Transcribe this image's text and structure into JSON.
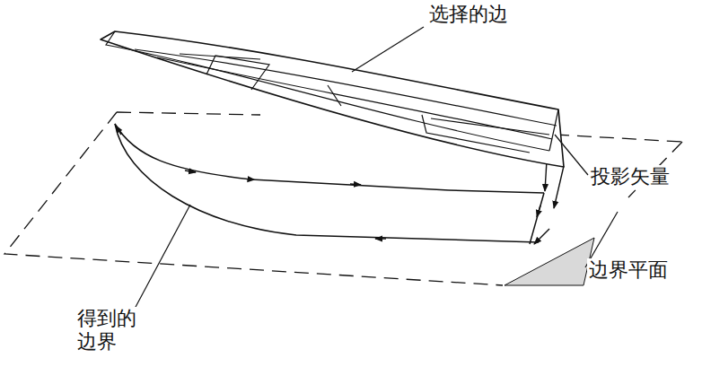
{
  "diagram": {
    "labels": [
      "选择的边",
      "投影矢量",
      "边界平面",
      "得到的 边界"
    ]
  }
}
